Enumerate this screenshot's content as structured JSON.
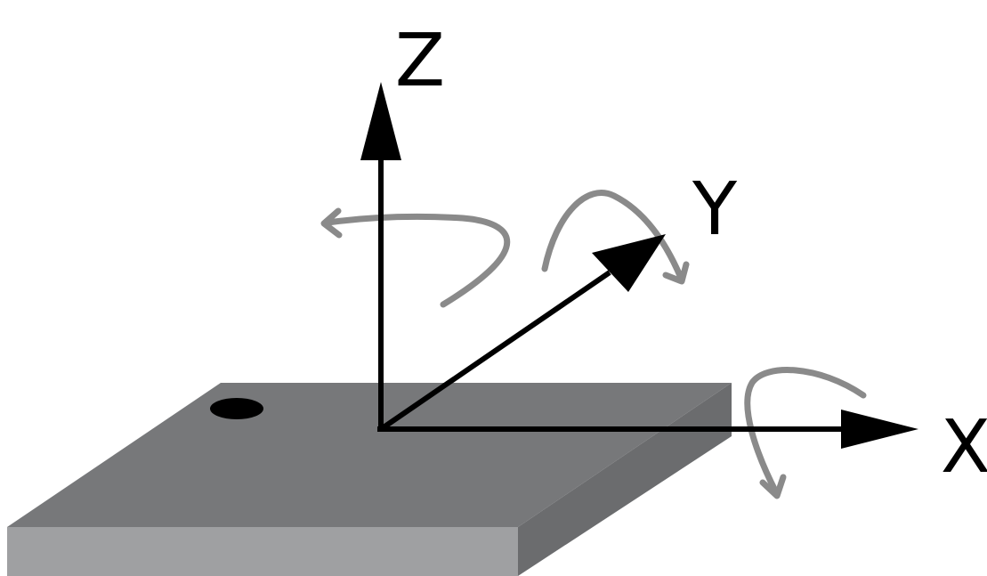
{
  "diagram": {
    "axes": {
      "z": {
        "label": "Z"
      },
      "y": {
        "label": "Y"
      },
      "x": {
        "label": "X"
      }
    },
    "colors": {
      "background": "#ffffff",
      "axis": "#000000",
      "rotation_arrow": "#8a8a8a",
      "board_top": "#77787a",
      "board_front": "#9fa0a2",
      "board_side": "#6b6c6e",
      "pin1_dot": "#000000"
    }
  }
}
